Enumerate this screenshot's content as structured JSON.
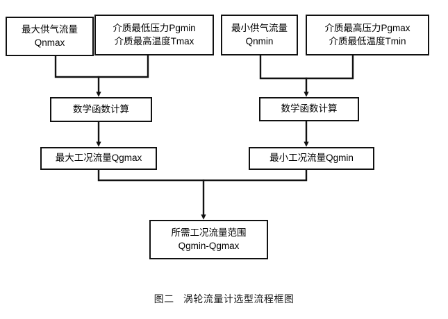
{
  "figure": {
    "caption": "图二   涡轮流量计选型流程框图",
    "background_color": "#ffffff",
    "line_color": "#111111"
  },
  "nodes": {
    "qnmax": {
      "line1": "最大供气流量",
      "line2": "Qnmax"
    },
    "pgmin_tmax": {
      "line1": "介质最低压力Pgmin",
      "line2": "介质最高温度Tmax"
    },
    "qnmin": {
      "line1": "最小供气流量",
      "line2": "Qnmin"
    },
    "pgmax_tmin": {
      "line1": "介质最高压力Pgmax",
      "line2": "介质最低温度Tmin"
    },
    "calc_left": {
      "line1": "数学函数计算"
    },
    "calc_right": {
      "line1": "数学函数计算"
    },
    "qgmax": {
      "line1": "最大工况流量Qgmax"
    },
    "qgmin": {
      "line1": "最小工况流量Qgmin"
    },
    "range": {
      "line1": "所需工况流量范围",
      "line2": "Qgmin-Qgmax"
    }
  },
  "flow": {
    "edges": [
      {
        "from": "qnmax",
        "to": "calc_left",
        "kind": "merge-branch"
      },
      {
        "from": "pgmin_tmax",
        "to": "calc_left",
        "kind": "merge-branch"
      },
      {
        "from": "qnmin",
        "to": "calc_right",
        "kind": "merge-branch"
      },
      {
        "from": "pgmax_tmin",
        "to": "calc_right",
        "kind": "merge-branch"
      },
      {
        "from": "calc_left",
        "to": "qgmax",
        "kind": "arrow"
      },
      {
        "from": "calc_right",
        "to": "qgmin",
        "kind": "arrow"
      },
      {
        "from": "qgmax",
        "to": "range",
        "kind": "merge-branch"
      },
      {
        "from": "qgmin",
        "to": "range",
        "kind": "merge-branch"
      }
    ]
  }
}
